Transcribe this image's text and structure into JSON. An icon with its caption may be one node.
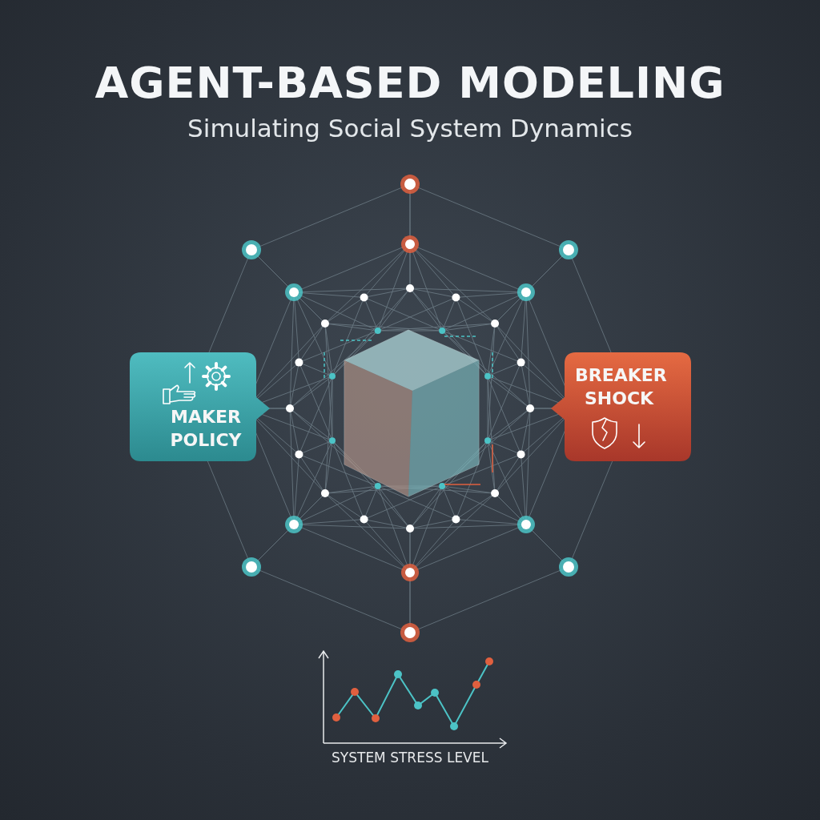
{
  "diagram": {
    "title": "AGENT-BASED MODELING",
    "nodes": [
      {
        "text": [
          "MAKER POLICY"
        ]
      },
      {
        "text": [
          "BREAKER SHOCK"
        ]
      }
    ],
    "labels": [
      "Simulating Social System Dynamics",
      "SYSTEM STRESS LEVEL"
    ]
  }
}
